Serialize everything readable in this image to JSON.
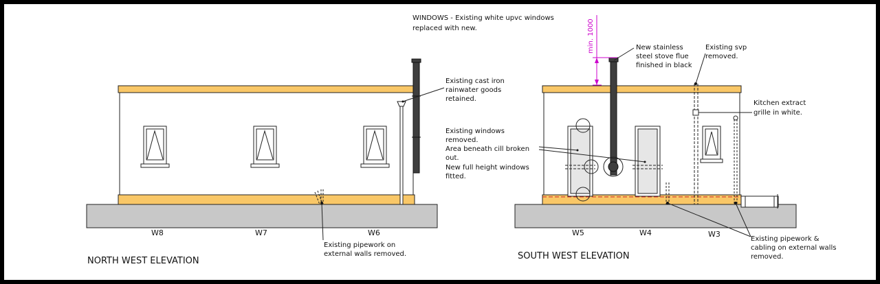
{
  "colors": {
    "fascia": "#F9C767",
    "plinth": "#F9C767",
    "ground": "#C8C8C8",
    "wall": "#FFFFFF",
    "flue": "#3E3E3E",
    "dimension": "#CC00CC",
    "frame": "#000000"
  },
  "north_west": {
    "title": "NORTH WEST ELEVATION",
    "window_labels": [
      "W8",
      "W7",
      "W6"
    ],
    "notes": {
      "cast_iron": [
        "Existing cast iron",
        "rainwater goods",
        "retained."
      ],
      "pipework": [
        "Existing pipework on",
        "external walls removed."
      ]
    }
  },
  "south_west": {
    "title": "SOUTH WEST ELEVATION",
    "window_labels": [
      "W5",
      "W4",
      "W3"
    ],
    "notes": {
      "windows_header": [
        "WINDOWS - Existing white upvc windows",
        "replaced with new."
      ],
      "windows_removed": [
        "Existing windows",
        "removed.",
        "Area beneath cill broken",
        "out.",
        "New full height windows",
        "fitted."
      ],
      "flue": [
        "New stainless",
        "steel stove flue",
        "finished in black"
      ],
      "svp": [
        "Existing svp",
        "removed."
      ],
      "extract": [
        "Kitchen extract",
        "grille in white."
      ],
      "pipework": [
        "Existing pipework &",
        "cabling on external walls",
        "removed."
      ]
    },
    "dimension_label": "min. 1000"
  }
}
